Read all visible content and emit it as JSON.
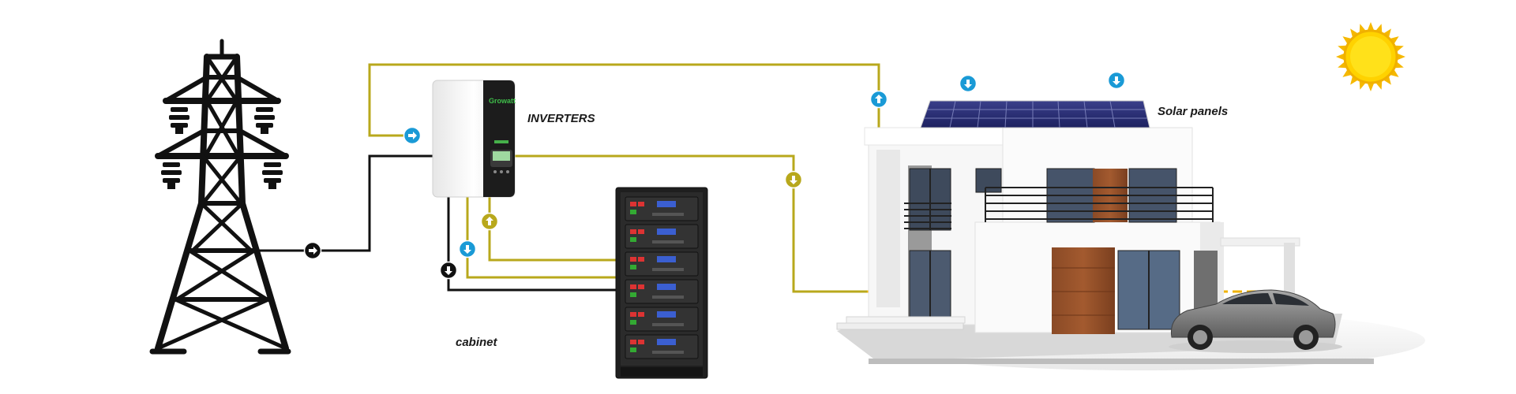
{
  "labels": {
    "inverters": "INVERTERS",
    "solar_panels": "Solar panels",
    "cabinet": "cabinet"
  },
  "inverter": {
    "brand": "Growatt"
  },
  "colors": {
    "line_black": "#111111",
    "line_olive": "#b8a81c",
    "line_orange": "#f1b300",
    "arrow_blue": "#1a9ad6",
    "arrow_olive": "#b8a81c",
    "sun": "#ffd200"
  },
  "icons": [
    "transmission-tower-icon",
    "inverter-icon",
    "battery-cabinet-icon",
    "house-icon",
    "solar-panel-icon",
    "car-icon",
    "sun-icon",
    "arrow-icon"
  ]
}
